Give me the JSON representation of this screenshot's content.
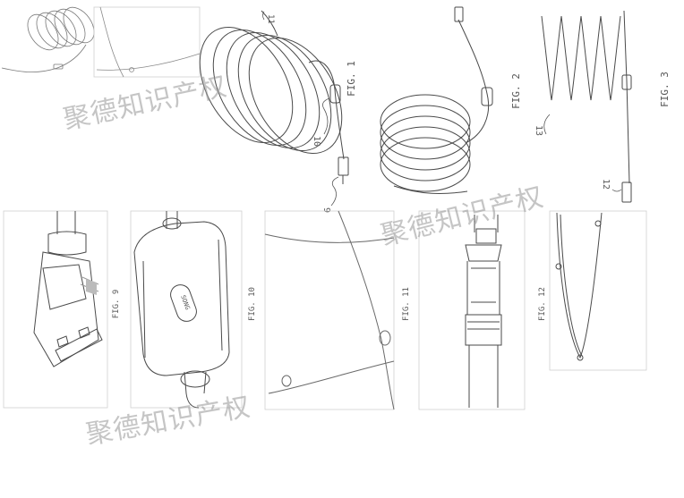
{
  "figures": {
    "fig1": {
      "caption": "FIG. 1",
      "refs": [
        "11",
        "10",
        "9"
      ]
    },
    "fig2": {
      "caption": "FIG. 2"
    },
    "fig3": {
      "caption": "FIG. 3",
      "refs": [
        "13",
        "12"
      ]
    },
    "fig9": {
      "caption": "FIG. 9"
    },
    "fig10": {
      "caption": "FIG. 10",
      "box_text": "SONG"
    },
    "fig11": {
      "caption": "FIG. 11"
    },
    "fig12": {
      "caption": "FIG. 12"
    }
  },
  "watermark": {
    "text": "聚德知识产权"
  },
  "colors": {
    "line": "#4a4a4a",
    "light_line": "#8a8a8a",
    "frame": "#c8c8c8",
    "watermark": "#9a9a9a"
  }
}
